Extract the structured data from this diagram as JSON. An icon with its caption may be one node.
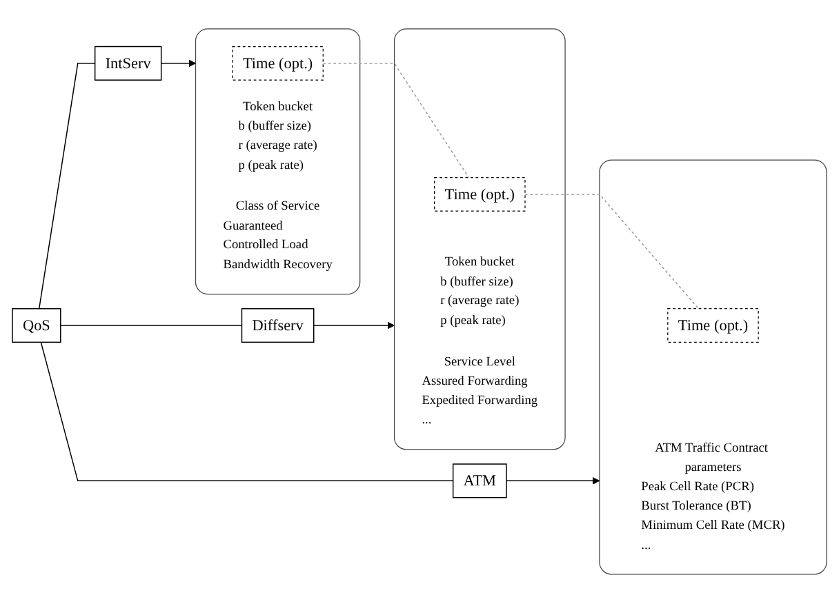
{
  "diagram": {
    "nodes": [
      {
        "text": [
          "QoS"
        ]
      },
      {
        "text": [
          "IntServ"
        ]
      },
      {
        "text": [
          "Diffserv"
        ]
      },
      {
        "text": [
          "ATM"
        ]
      },
      {
        "text": [],
        "shape": "bracket"
      },
      {
        "text": [
          "Token bucket"
        ],
        "in": 4,
        "beside": [
          "b (buffer size)",
          "r (average rate)",
          "p (peak rate)"
        ]
      },
      {
        "text": [
          "Class of Service"
        ],
        "in": 4,
        "beside": [
          "Guaranteed",
          "Controlled Load",
          "Bandwidth Recovery"
        ]
      },
      {
        "text": [
          "Time (opt.)"
        ],
        "in": 4
      },
      {
        "text": [],
        "shape": "bracket"
      },
      {
        "text": [
          "Token bucket"
        ],
        "in": 8,
        "beside": [
          "b (buffer size)",
          "r (average rate)",
          "p (peak rate)"
        ]
      },
      {
        "text": [
          "Service Level"
        ],
        "in": 8,
        "beside": [
          "Assured Forwarding",
          "Expedited Forwarding",
          "..."
        ]
      },
      {
        "text": [
          "Time (opt.)"
        ],
        "in": 8
      },
      {
        "text": [],
        "shape": "bracket"
      },
      {
        "text": [
          "ATM Traffic Contract parameters"
        ],
        "in": 12,
        "beside": [
          "Peak Cell Rate (PCR)",
          "Burst Tolerance (BT)",
          "Minimum Cell Rate (MCR)",
          "..."
        ]
      },
      {
        "text": [
          "Time (opt.)"
        ],
        "in": 12
      }
    ],
    "edges": [
      {
        "from": 0,
        "to": 1,
        "arrow": "none"
      },
      {
        "from": 0,
        "to": 2,
        "arrow": "none"
      },
      {
        "from": 0,
        "to": 3,
        "arrow": "none"
      },
      {
        "from": 1,
        "to": 4,
        "arrow": "to"
      },
      {
        "from": 2,
        "to": 8,
        "arrow": "to"
      },
      {
        "from": 3,
        "to": 12,
        "arrow": "to"
      },
      {
        "from": 7,
        "to": 11,
        "arrow": "none",
        "style": "dashed",
        "color": "#999999"
      },
      {
        "from": 11,
        "to": 14,
        "arrow": "none",
        "style": "dashed",
        "color": "#999999"
      }
    ]
  }
}
